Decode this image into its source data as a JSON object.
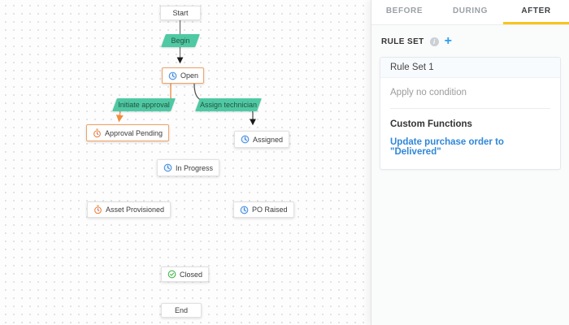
{
  "flow": {
    "nodes": [
      {
        "label": "Start",
        "icon": "none"
      },
      {
        "label": "Open",
        "icon": "clock-blue"
      },
      {
        "label": "Approval Pending",
        "icon": "stopwatch-orange"
      },
      {
        "label": "Assigned",
        "icon": "clock-blue"
      },
      {
        "label": "In Progress",
        "icon": "clock-blue"
      },
      {
        "label": "Asset Provisioned",
        "icon": "stopwatch-orange"
      },
      {
        "label": "PO Raised",
        "icon": "clock-blue"
      },
      {
        "label": "Closed",
        "icon": "check-green"
      },
      {
        "label": "End",
        "icon": "none"
      }
    ],
    "transitions": [
      {
        "label": "Begin"
      },
      {
        "label": "Initiate approval"
      },
      {
        "label": "Assign technician"
      }
    ]
  },
  "panel": {
    "tabs": [
      {
        "label": "BEFORE"
      },
      {
        "label": "DURING"
      },
      {
        "label": "AFTER"
      }
    ],
    "active_tab": "AFTER",
    "rule_set_heading": "RULE SET",
    "card": {
      "title": "Rule Set 1",
      "condition": "Apply no condition",
      "section_heading": "Custom Functions",
      "link": "Update purchase order to \"Delivered\""
    }
  },
  "icons": {
    "info": "i",
    "plus": "+"
  },
  "colors": {
    "transition_green": "#4fc9a3",
    "highlight_orange": "#f0a264",
    "edge_orange": "#f19455",
    "edge_dark": "#555555",
    "clock_blue": "#4a90e2",
    "check_green": "#43b649",
    "tab_underline_yellow": "#f7c51e",
    "link_blue": "#2f87d8",
    "plus_blue": "#2e9df0"
  }
}
